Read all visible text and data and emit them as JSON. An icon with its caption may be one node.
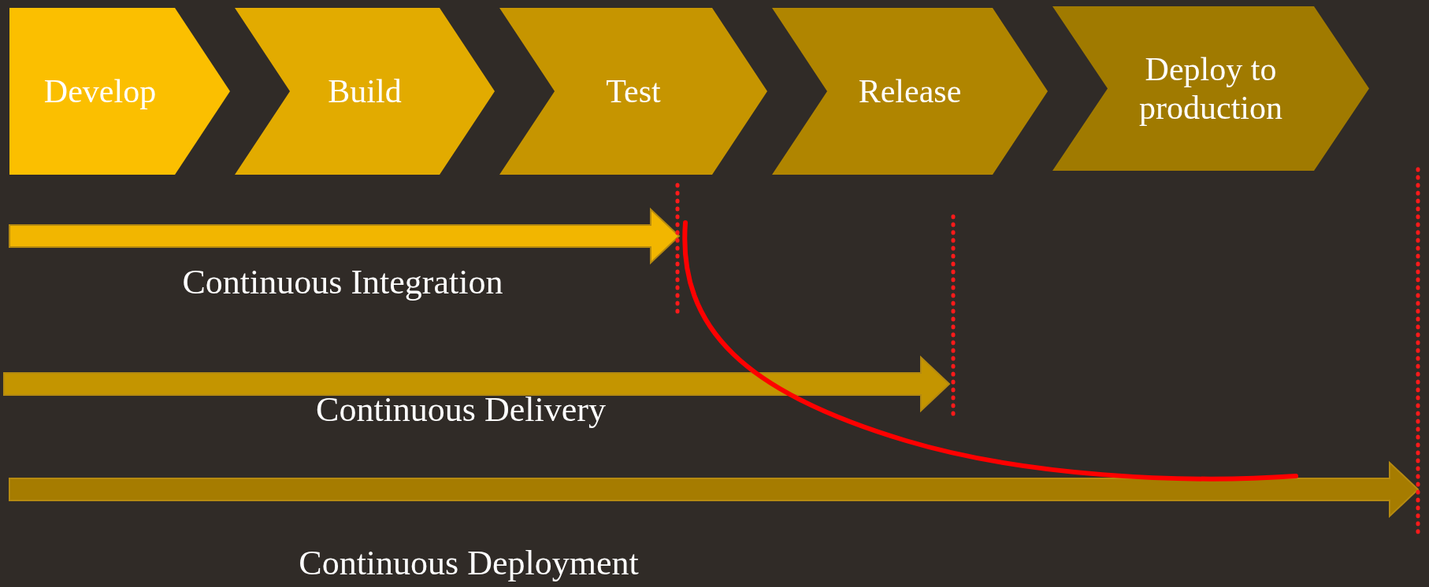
{
  "diagram": {
    "nodes": [
      {
        "text": [
          "Develop"
        ]
      },
      {
        "text": [
          "Build"
        ]
      },
      {
        "text": [
          "Test"
        ]
      },
      {
        "text": [
          "Release"
        ]
      },
      {
        "text": [
          "Deploy to production"
        ]
      }
    ],
    "edges": [],
    "labels": [
      "Continuous Integration",
      "Continuous Delivery",
      "Continuous Deployment"
    ]
  }
}
